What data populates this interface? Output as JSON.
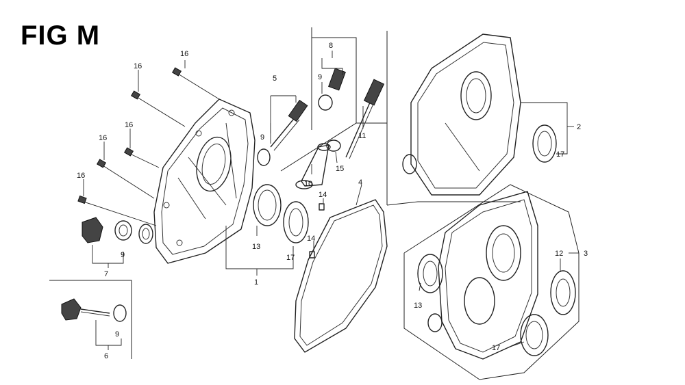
{
  "figure": {
    "title": "FIG M"
  },
  "callouts": {
    "c1": "1",
    "c2": "2",
    "c3": "3",
    "c4": "4",
    "c5": "5",
    "c6": "6",
    "c7": "7",
    "c8": "8",
    "c9_5": "9",
    "c9_7": "9",
    "c9_6": "9",
    "c9_8": "9",
    "c10": "10",
    "c11": "11",
    "c12": "12",
    "c13a": "13",
    "c13b": "13",
    "c14a": "14",
    "c14b": "14",
    "c15": "15",
    "c16a": "16",
    "c16b": "16",
    "c16c": "16",
    "c16d": "16",
    "c16e": "16",
    "c17a": "17",
    "c17b": "17",
    "c17c": "17",
    "c17d": "17"
  }
}
